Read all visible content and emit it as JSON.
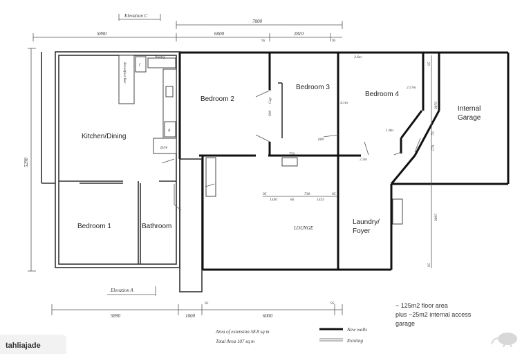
{
  "headings": {
    "elevation_c": "Elevation C",
    "elevation_a": "Elevation A"
  },
  "rooms": {
    "kitchen": "Kitchen/Dining",
    "bedroom1": "Bedroom 1",
    "bathroom": "Bathroom",
    "bedroom2": "Bedroom 2",
    "bedroom3": "Bedroom 3",
    "bedroom4": "Bedroom 4",
    "garage_line1": "Internal",
    "garage_line2": "Garage",
    "lounge": "LOUNGE",
    "laundry_line1": "Laundry/",
    "laundry_line2": "Foyer"
  },
  "fixtures": {
    "breakfast_bar": "Breakfast Bar",
    "pantry": "Pantry",
    "fridge": "f",
    "range": "R",
    "dw": "D/W",
    "cup": "Cup"
  },
  "dimensions": {
    "top_total": "7000",
    "top_left": "5890",
    "top_a": "6000",
    "top_b": "2810",
    "top_c": "95",
    "top_d": "95",
    "left_side": "5290",
    "bottom_left": "5890",
    "bottom_mid": "1000",
    "bottom_right": "6000",
    "bottom_95a": "95",
    "bottom_95b": "95",
    "garage_3870": "3870",
    "garage_570": "570",
    "garage_95": "95",
    "garage_3895": "3895",
    "garage_95b": "95",
    "lounge_95": "95",
    "lounge_1330": "1330",
    "lounge_85": "85",
    "lounge_730": "730",
    "lounge_1325": "1325",
    "lounge_95b": "95",
    "b4_36": "3.6m",
    "b4_25": "2.57m",
    "b4_18": "1.8m",
    "b4_22": "2.2m",
    "b3_43": "4.1m",
    "w_600": "600",
    "w_750": "750",
    "w_600b": "600",
    "w_70": "70"
  },
  "notes": {
    "floor_area": "~ 125m2 floor area",
    "garage_line1": "plus ~25m2 internal access",
    "garage_line2": "garage"
  },
  "handnotes": {
    "area_extension": "Area of extension 58.8 sq m",
    "total_area": "Total Area   107 sq m"
  },
  "legend": {
    "new_walls": "New walls",
    "existing": "Existing"
  },
  "watermark": "tahliajade"
}
